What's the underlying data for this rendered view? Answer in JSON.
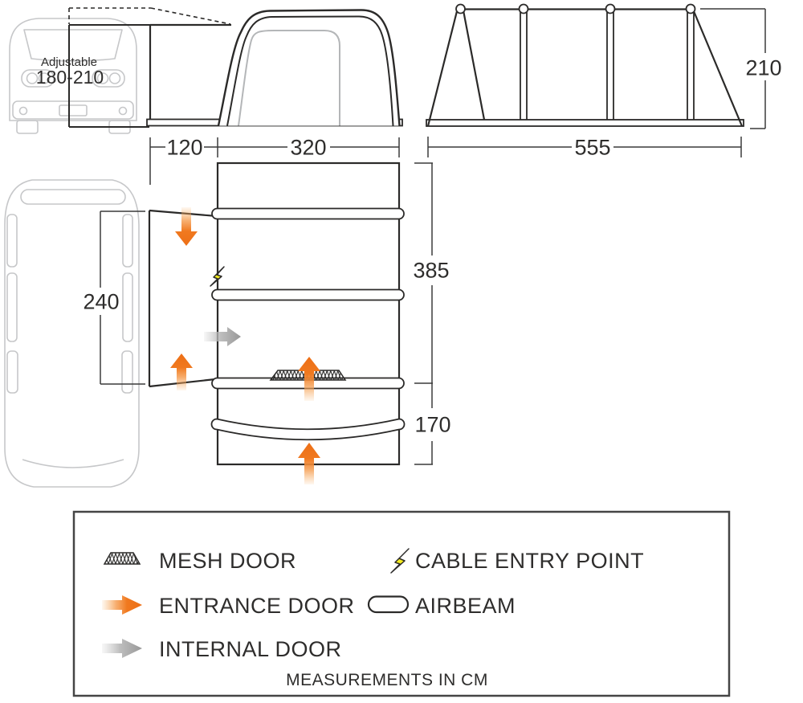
{
  "colors": {
    "line_black": "#2b2a29",
    "van_gray": "#c6c7c9",
    "door_gray": "#b4b6b8",
    "arrow_orange": "#ed6f16",
    "arrow_gray": "#979797",
    "bolt_yellow": "#f5ec1e"
  },
  "front_view": {
    "adjustable_label": "Adjustable",
    "adjustable_range": "180-210",
    "tunnel_width": "120",
    "body_width": "320"
  },
  "side_view": {
    "length": "555",
    "height": "210"
  },
  "plan_view": {
    "door_width": "240",
    "main_length": "385",
    "porch_length": "170"
  },
  "legend": {
    "mesh_door": "MESH DOOR",
    "entrance_door": "ENTRANCE DOOR",
    "internal_door": "INTERNAL DOOR",
    "cable_entry": "CABLE ENTRY POINT",
    "airbeam": "AIRBEAM",
    "footnote": "MEASUREMENTS IN CM"
  }
}
